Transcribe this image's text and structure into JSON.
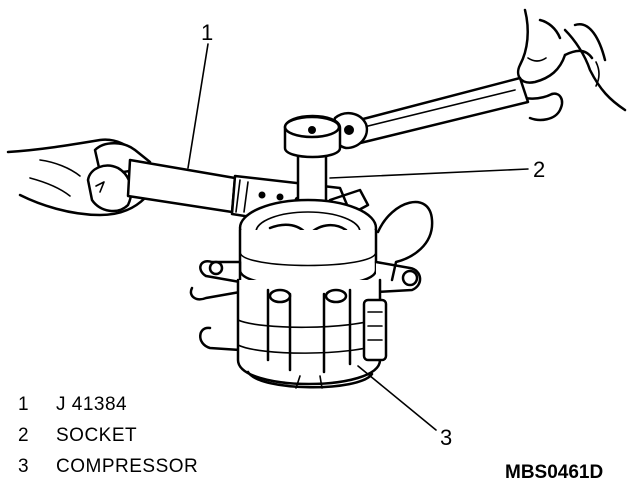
{
  "callouts": [
    {
      "number": "1"
    },
    {
      "number": "2"
    },
    {
      "number": "3"
    }
  ],
  "legend": [
    {
      "number": "1",
      "label": "J 41384"
    },
    {
      "number": "2",
      "label": "SOCKET"
    },
    {
      "number": "3",
      "label": "COMPRESSOR"
    }
  ],
  "figure_code": "MBS0461D",
  "colors": {
    "ink": "#000000",
    "paper": "#ffffff"
  }
}
